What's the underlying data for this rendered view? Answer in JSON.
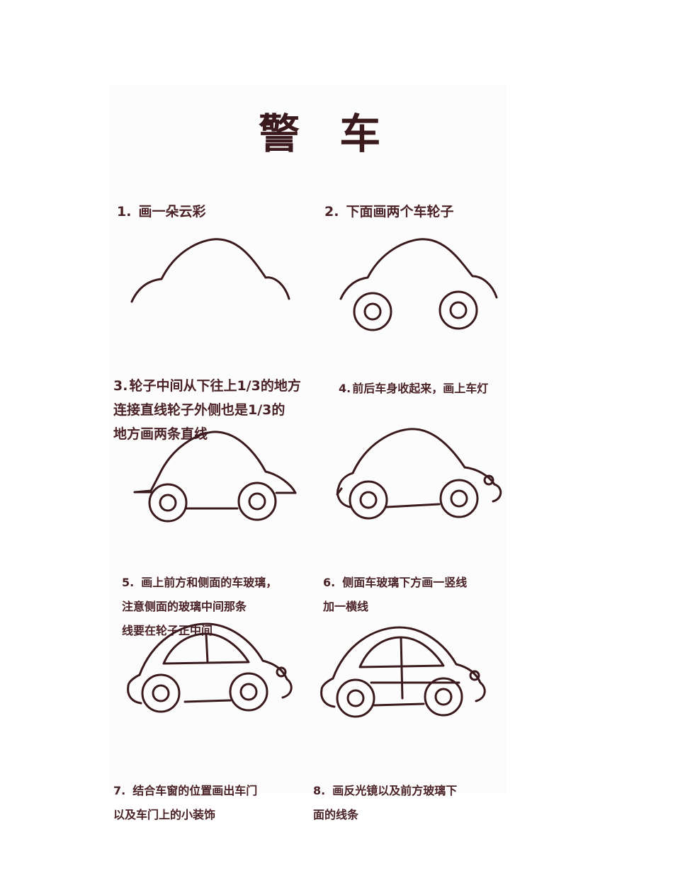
{
  "title": "警 车",
  "steps": [
    {
      "num": "1.",
      "text": "画一朵云彩"
    },
    {
      "num": "2.",
      "text": "下面画两个车轮子"
    },
    {
      "num": "3.",
      "text": "轮子中间从下往上1/3的地方\n连接直线轮子外侧也是1/3的\n地方画两条直线"
    },
    {
      "num": "4.",
      "text": "前后车身收起来，画上车灯"
    },
    {
      "num": "5.",
      "text": "画上前方和侧面的车玻璃，\n注意侧面的玻璃中间那条\n线要在轮子正中间"
    },
    {
      "num": "6.",
      "text": "侧面车玻璃下方画一竖线\n加一横线"
    },
    {
      "num": "7.",
      "text": "结合车窗的位置画出车门\n以及车门上的小装饰"
    },
    {
      "num": "8.",
      "text": "画反光镜以及前方玻璃下\n面的线条"
    }
  ]
}
